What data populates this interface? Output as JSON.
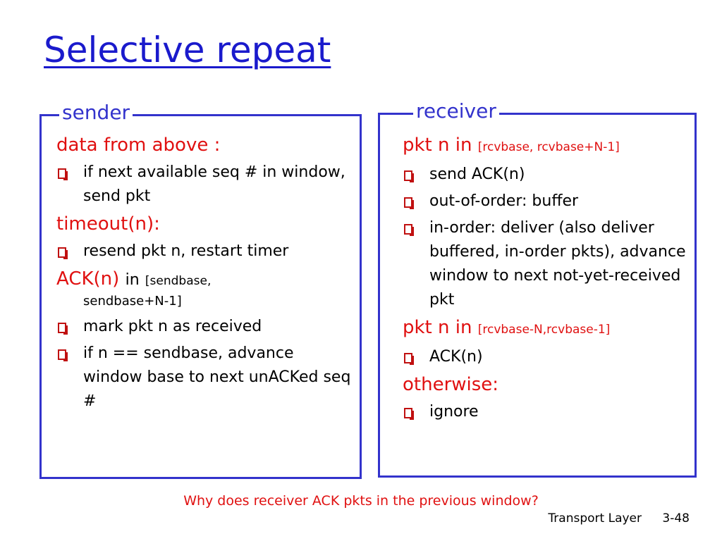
{
  "title": "Selective repeat",
  "colors": {
    "title": "#1a1acc",
    "box_border": "#3333cc",
    "heading": "#e01010",
    "bullet": "#c01010"
  },
  "sender": {
    "legend": "sender",
    "sections": [
      {
        "heading": "data from above :",
        "items": [
          "if next available seq # in window, send pkt"
        ]
      },
      {
        "heading": "timeout(n):",
        "items": [
          "resend pkt n, restart timer"
        ]
      },
      {
        "heading": "ACK(n)",
        "heading_in": "in",
        "heading_range": "[sendbase,",
        "heading_cont": "sendbase+N-1]",
        "items": [
          "mark pkt n as received",
          "if n == sendbase, advance window base to next unACKed seq #"
        ]
      }
    ]
  },
  "receiver": {
    "legend": "receiver",
    "sections": [
      {
        "heading": "pkt n in",
        "heading_range": "[rcvbase, rcvbase+N-1]",
        "items": [
          "send ACK(n)",
          "out-of-order: buffer",
          "in-order: deliver (also deliver buffered, in-order pkts), advance window to next not-yet-received pkt"
        ]
      },
      {
        "heading": "pkt n in",
        "heading_range": "[rcvbase-N,rcvbase-1]",
        "items": [
          "ACK(n)"
        ]
      },
      {
        "heading": "otherwise:",
        "items": [
          "ignore"
        ]
      }
    ]
  },
  "question": "Why does receiver ACK pkts in the previous window?",
  "footer": {
    "label": "Transport Layer",
    "page": "3-48"
  }
}
